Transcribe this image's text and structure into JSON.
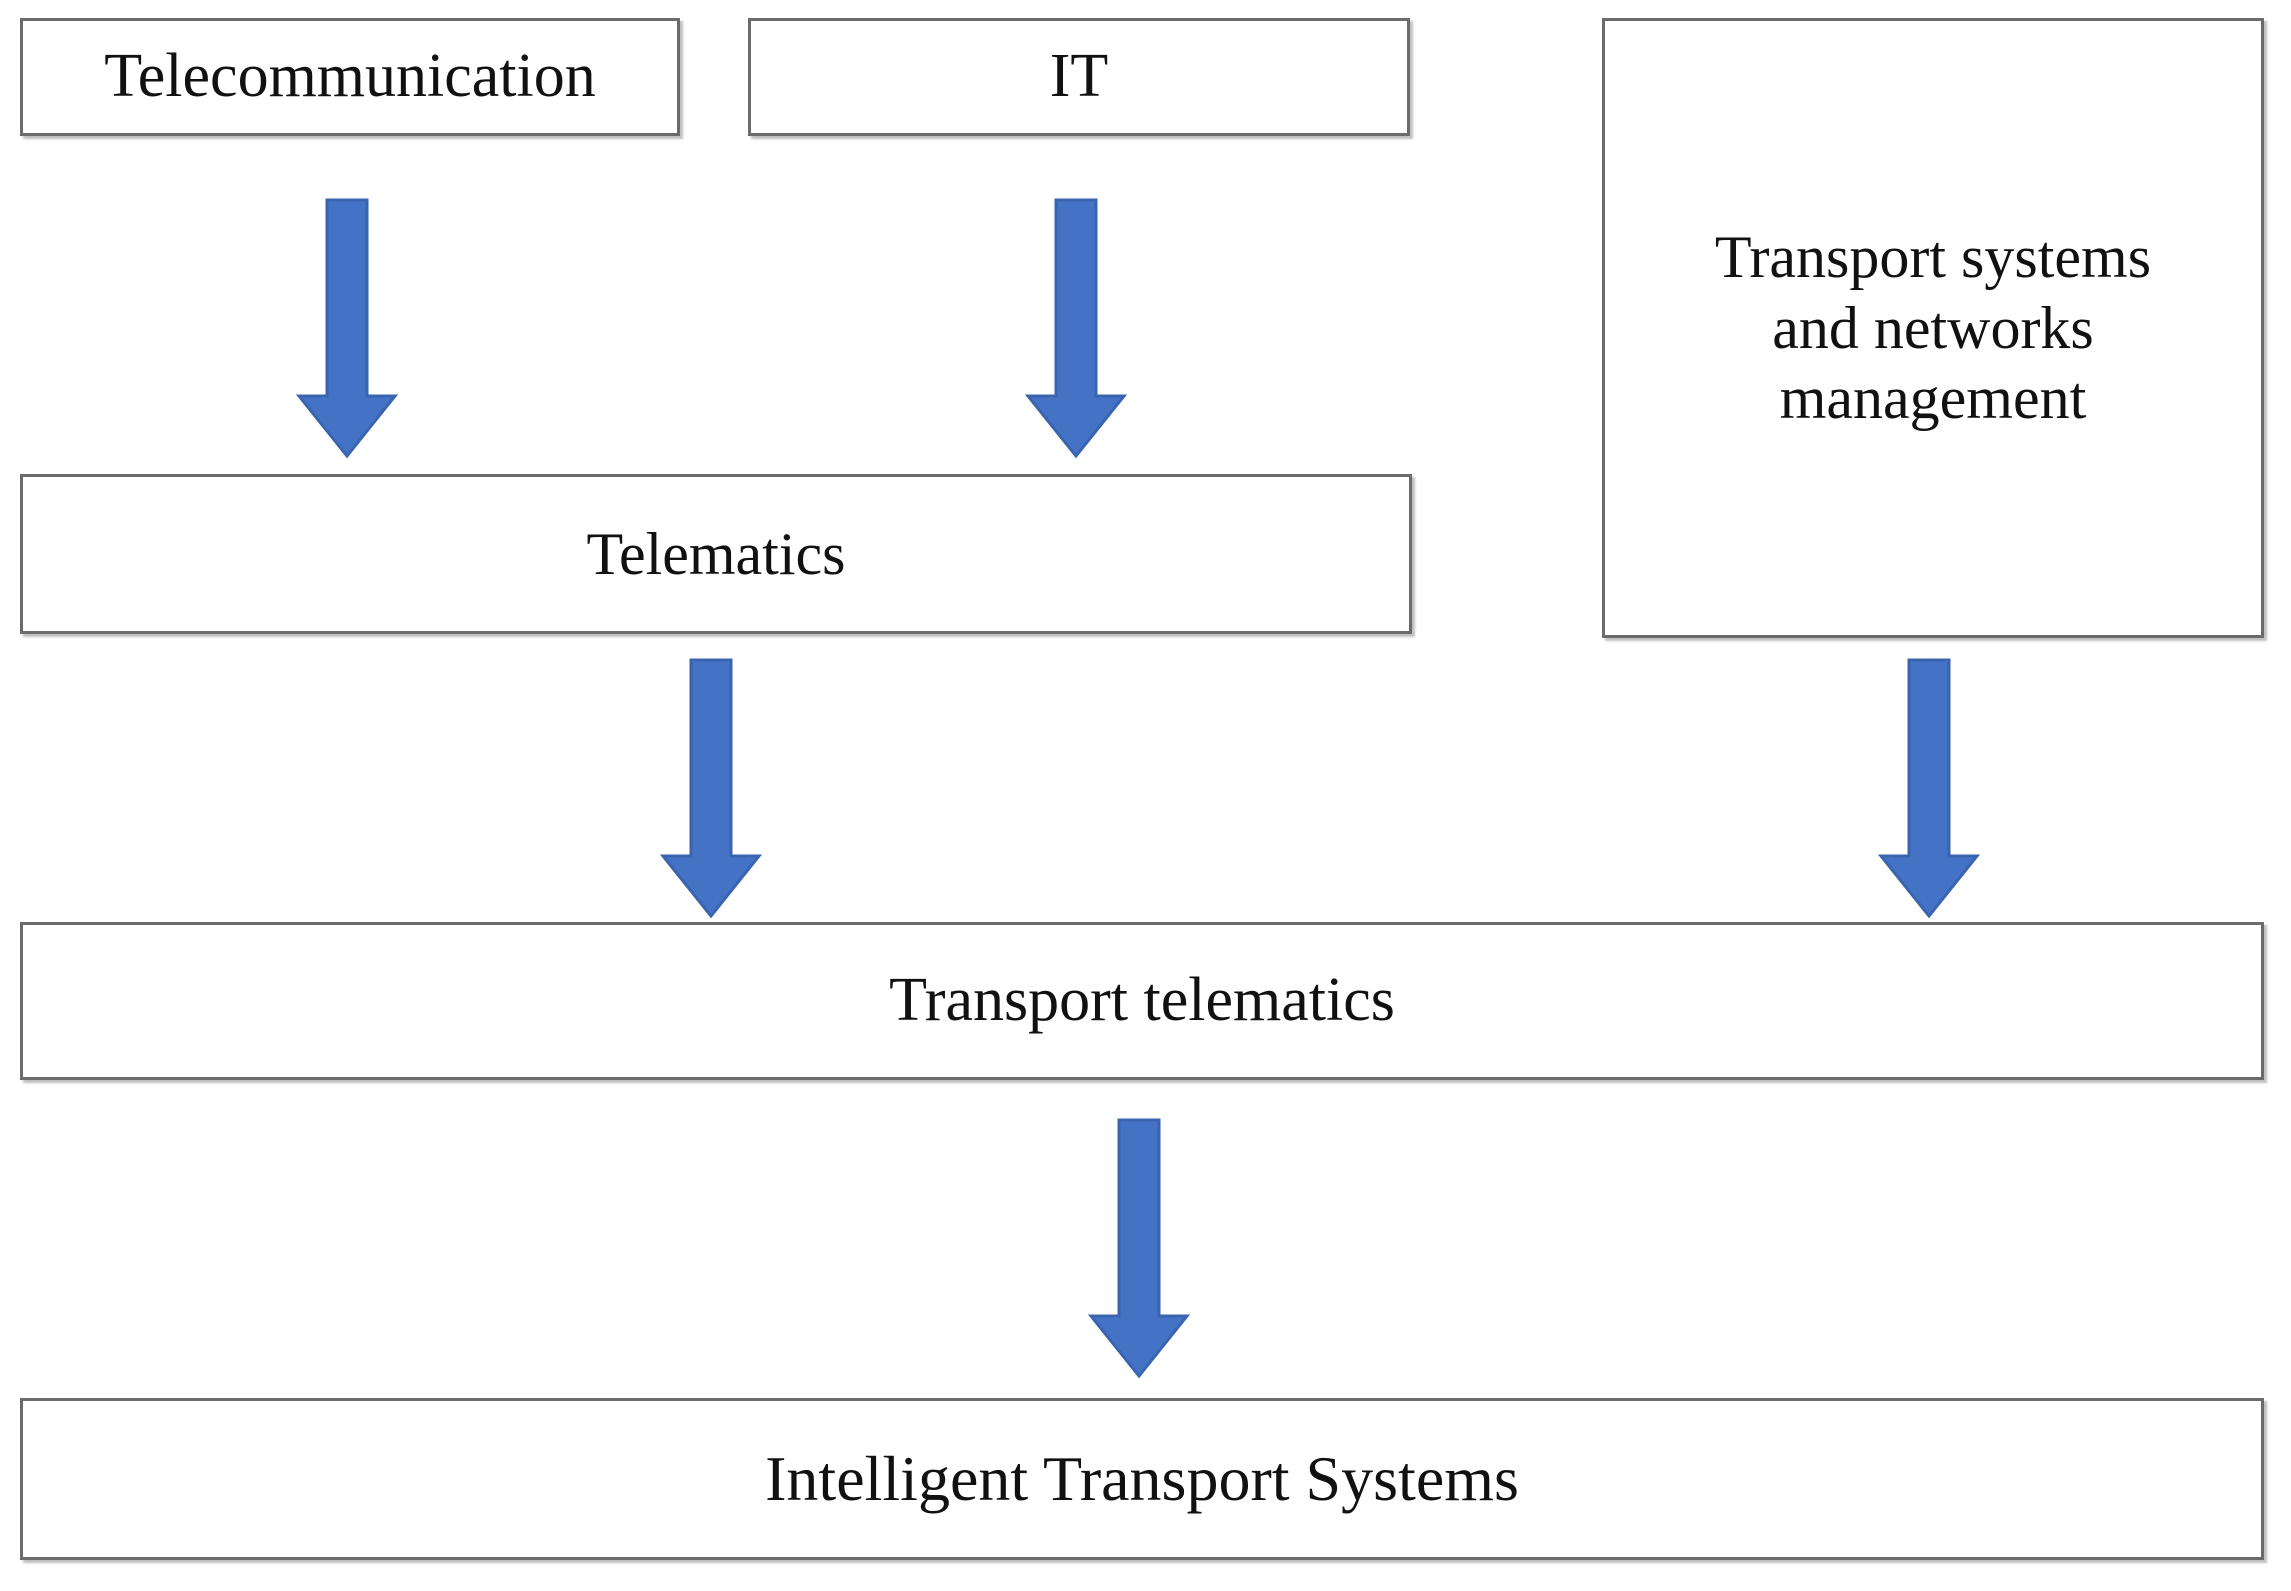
{
  "diagram": {
    "title": "Intelligent Transport Systems composition diagram",
    "type": "flow-diagram",
    "colors": {
      "arrow_fill": "#4472C4",
      "arrow_stroke": "#3A64B0",
      "box_border": "#6B6B6B",
      "box_fill": "#FFFFFF",
      "text": "#111111"
    },
    "nodes": [
      {
        "id": "telecommunication",
        "label": "Telecommunication"
      },
      {
        "id": "it",
        "label": "IT"
      },
      {
        "id": "transport_systems",
        "label": "Transport systems\nand networks\nmanagement"
      },
      {
        "id": "telematics",
        "label": "Telematics"
      },
      {
        "id": "transport_telematics",
        "label": "Transport telematics"
      },
      {
        "id": "its",
        "label": "Intelligent Transport Systems"
      }
    ],
    "edges": [
      {
        "id": "e1",
        "from": "telecommunication",
        "to": "telematics",
        "marker": "down-arrow"
      },
      {
        "id": "e2",
        "from": "it",
        "to": "telematics",
        "marker": "down-arrow"
      },
      {
        "id": "e3",
        "from": "telematics",
        "to": "transport_telematics",
        "marker": "down-arrow"
      },
      {
        "id": "e4",
        "from": "transport_systems",
        "to": "transport_telematics",
        "marker": "down-arrow"
      },
      {
        "id": "e5",
        "from": "transport_telematics",
        "to": "its",
        "marker": "down-arrow"
      }
    ]
  }
}
